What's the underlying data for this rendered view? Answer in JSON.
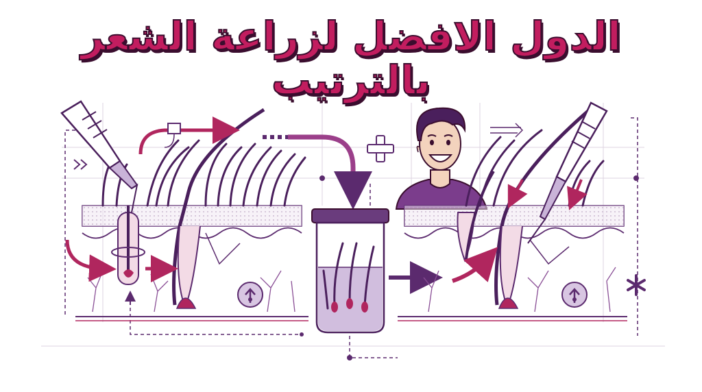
{
  "title": "الدول الافضل لزراعة الشعر بالترتيب",
  "colors": {
    "title_fill": "#c21d5f",
    "title_outline": "#3a0d2e",
    "purple": "#5b2a6e",
    "magenta": "#b0265e",
    "lavender": "#c9b3d8",
    "skin_tone": "#f3d3bd",
    "shirt": "#7b3d8c",
    "grid": "#d9cfdc"
  },
  "icons": [
    "extraction-pen-icon",
    "implant-pen-icon",
    "storage-jar-icon",
    "happy-man-avatar",
    "plus-icon",
    "rotate-arrow-icon",
    "growth-up-icon",
    "asterisk-icon",
    "double-chevron-icon"
  ],
  "steps": [
    "extraction",
    "storage",
    "implantation"
  ]
}
